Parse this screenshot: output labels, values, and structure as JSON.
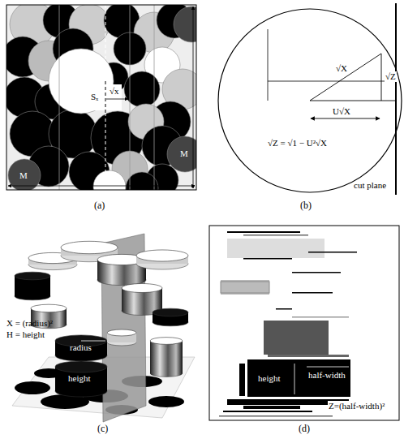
{
  "diagram": {
    "labels": [
      "Sₓ",
      "√x",
      "M",
      "M",
      "(a)",
      "√X",
      "√Z",
      "U√X",
      "√Z = √1 − U²√X",
      "cut plane",
      "(b)",
      "X = (radius)²",
      "H = height",
      "radius",
      "height",
      "(c)",
      "height",
      "half-width",
      "Z=(half-width)²",
      "(d)"
    ]
  }
}
